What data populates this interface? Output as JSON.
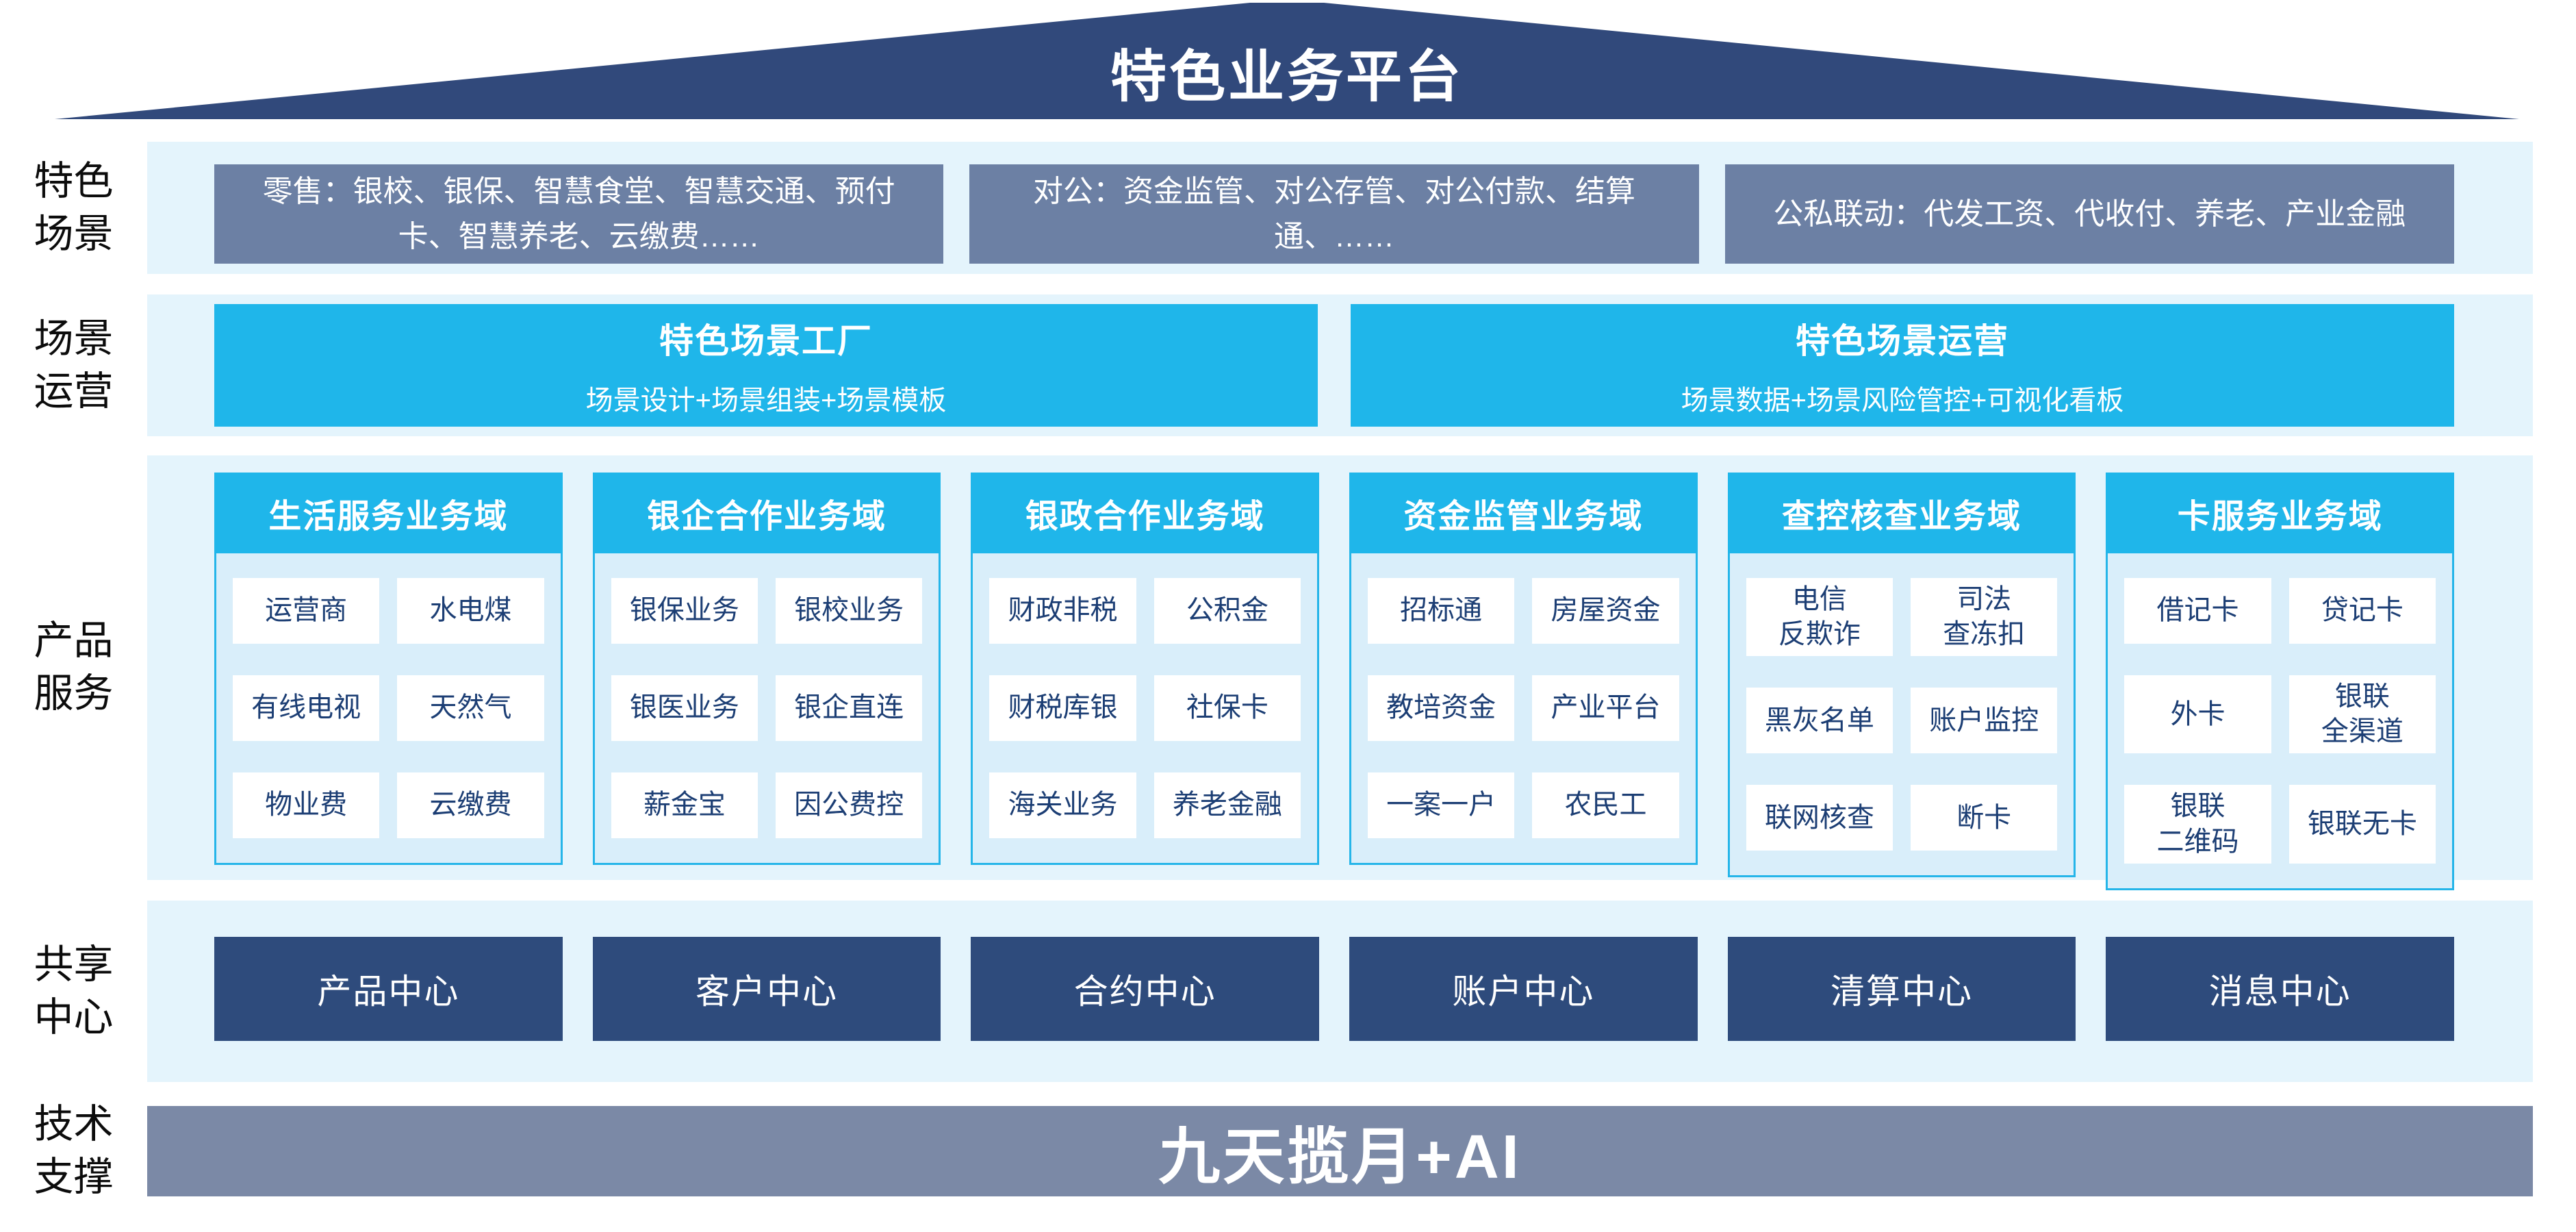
{
  "platform": {
    "title": "特色业务平台"
  },
  "colors": {
    "roof_navy": "#31497b",
    "scene_slate": "#6c80a4",
    "accent_cyan": "#1fb6ea",
    "band_light_blue": "#e4f4fc",
    "center_navy": "#2e4b7c",
    "tech_gray": "#7b89a6",
    "cell_text_navy": "#1c3e74"
  },
  "rows": {
    "scene": {
      "label": "特色\n场景",
      "boxes": [
        "零售：银校、银保、智慧食堂、智慧交通、预付卡、智慧养老、云缴费……",
        "对公：资金监管、对公存管、对公付款、结算通、……",
        "公私联动：代发工资、代收付、养老、产业金融"
      ]
    },
    "operation": {
      "label": "场景\n运营",
      "boxes": [
        {
          "title": "特色场景工厂",
          "subtitle": "场景设计+场景组装+场景模板"
        },
        {
          "title": "特色场景运营",
          "subtitle": "场景数据+场景风险管控+可视化看板"
        }
      ]
    },
    "products": {
      "label": "产品\n服务",
      "columns": [
        {
          "header": "生活服务业务域",
          "cells": [
            "运营商",
            "水电煤",
            "有线电视",
            "天然气",
            "物业费",
            "云缴费"
          ]
        },
        {
          "header": "银企合作业务域",
          "cells": [
            "银保业务",
            "银校业务",
            "银医业务",
            "银企直连",
            "薪金宝",
            "因公费控"
          ]
        },
        {
          "header": "银政合作业务域",
          "cells": [
            "财政非税",
            "公积金",
            "财税库银",
            "社保卡",
            "海关业务",
            "养老金融"
          ]
        },
        {
          "header": "资金监管业务域",
          "cells": [
            "招标通",
            "房屋资金",
            "教培资金",
            "产业平台",
            "一案一户",
            "农民工"
          ]
        },
        {
          "header": "查控核查业务域",
          "cells": [
            "电信\n反欺诈",
            "司法\n查冻扣",
            "黑灰名单",
            "账户监控",
            "联网核查",
            "断卡"
          ]
        },
        {
          "header": "卡服务业务域",
          "cells": [
            "借记卡",
            "贷记卡",
            "外卡",
            "银联\n全渠道",
            "银联\n二维码",
            "银联无卡"
          ]
        }
      ]
    },
    "centers": {
      "label": "共享\n中心",
      "items": [
        "产品中心",
        "客户中心",
        "合约中心",
        "账户中心",
        "清算中心",
        "消息中心"
      ]
    },
    "tech": {
      "label": "技术\n支撑",
      "bar": "九天揽月+AI"
    }
  }
}
